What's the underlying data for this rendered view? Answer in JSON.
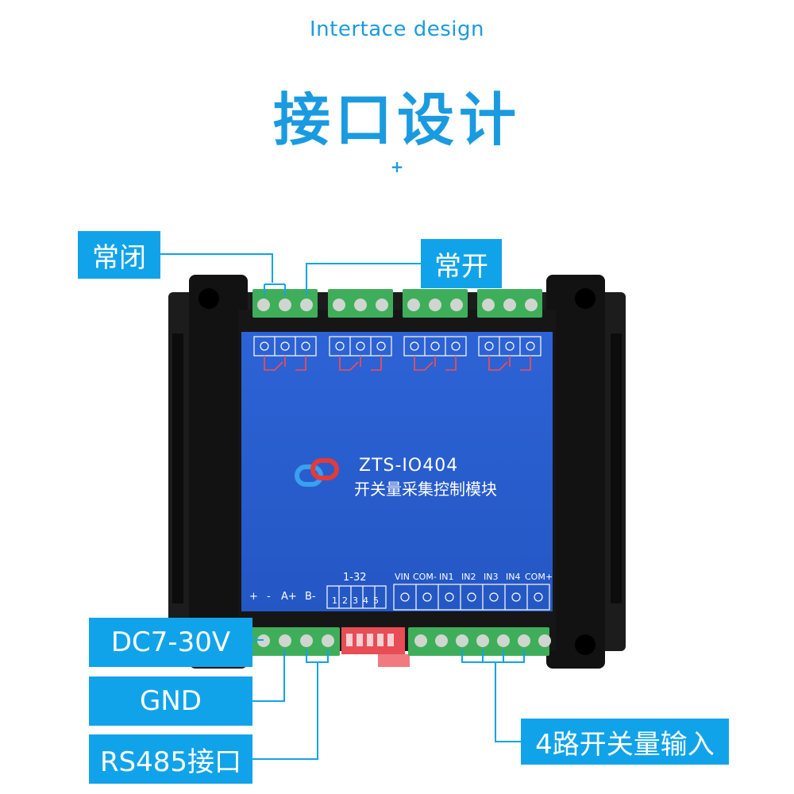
{
  "header": {
    "subtitle": "Intertace design",
    "title": "接口设计",
    "plus": "+"
  },
  "callouts": {
    "normally_closed": "常闭",
    "normally_open": "常开",
    "power": "DC7-30V",
    "ground": "GND",
    "rs485": "RS485接口",
    "inputs": "4路开关量输入"
  },
  "device": {
    "model": "ZTS-IO404",
    "name": "开关量采集控制模块",
    "terminals": {
      "plus": "+",
      "minus": "-",
      "a_plus": "A+",
      "b_minus": "B-",
      "dip_range": "1-32",
      "dip_numbers": "12345",
      "vin": "VIN",
      "com_minus": "COM-",
      "in1": "IN1",
      "in2": "IN2",
      "in3": "IN3",
      "in4": "IN4",
      "com_plus": "COM+"
    }
  },
  "colors": {
    "accent": "#11a3ea",
    "panel": "#2a5fd0",
    "terminal_green": "#3fae5a",
    "enclosure": "#141414"
  }
}
